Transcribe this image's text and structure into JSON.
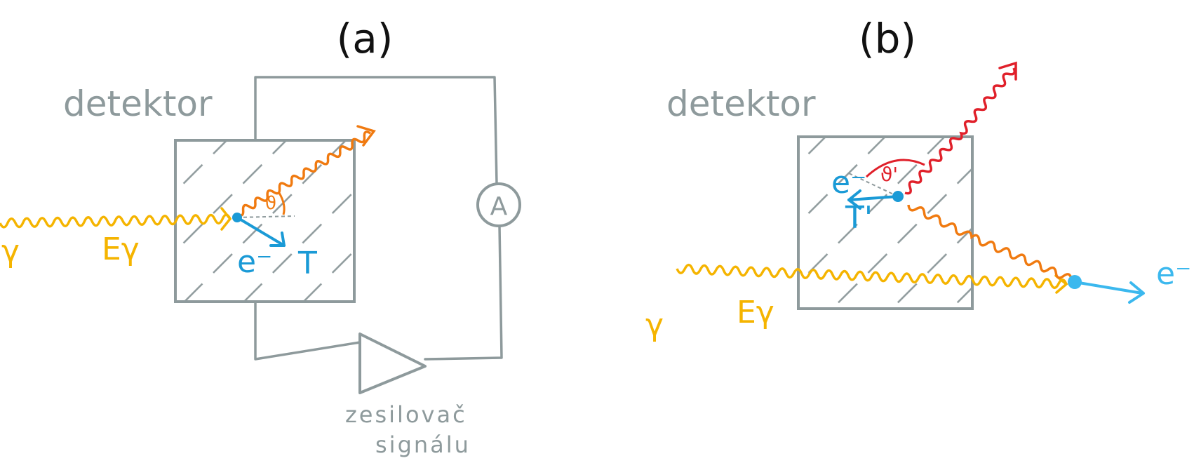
{
  "panel_a": {
    "label": "(a)",
    "detector_label": "detektor",
    "gamma": "γ",
    "energy": "Eγ",
    "electron": "e⁻",
    "kinetic": "T",
    "angle": "ϑ",
    "ammeter": "A",
    "amplifier_line1": "zesilovač",
    "amplifier_line2": "signálu"
  },
  "panel_b": {
    "label": "(b)",
    "detector_label": "detektor",
    "gamma": "γ",
    "energy": "Eγ",
    "electron_inside": "e⁻",
    "kinetic": "T'",
    "angle": "ϑ'",
    "electron_outside": "e⁻"
  },
  "colors": {
    "gamma": "#f5b400",
    "scattered": "#f07a10",
    "scattered_b_upper": "#e0202a",
    "electron": "#1a9ad6",
    "electron_outside": "#3bb8ee",
    "detector": "#8e9a9c",
    "label": "#111111"
  }
}
